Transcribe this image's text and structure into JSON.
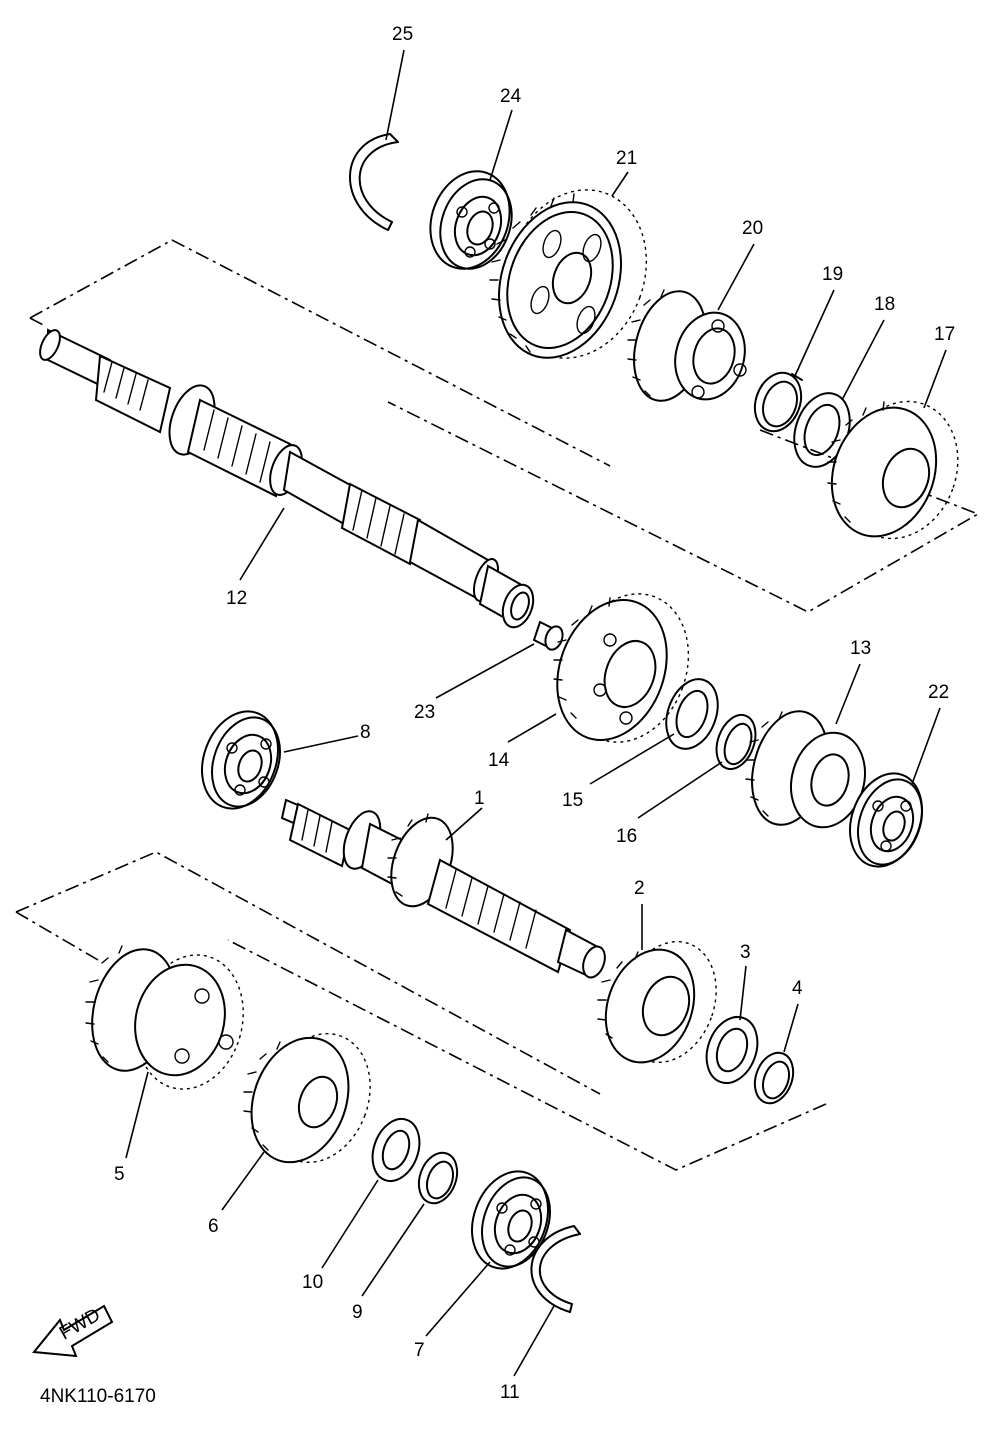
{
  "diagram": {
    "part_code": "4NK110-6170",
    "fwd_label": "FWD",
    "callouts": [
      {
        "id": "1",
        "text": "1"
      },
      {
        "id": "2",
        "text": "2"
      },
      {
        "id": "3",
        "text": "3"
      },
      {
        "id": "4",
        "text": "4"
      },
      {
        "id": "5",
        "text": "5"
      },
      {
        "id": "6",
        "text": "6"
      },
      {
        "id": "7",
        "text": "7"
      },
      {
        "id": "8",
        "text": "8"
      },
      {
        "id": "9",
        "text": "9"
      },
      {
        "id": "10",
        "text": "10"
      },
      {
        "id": "11",
        "text": "11"
      },
      {
        "id": "12",
        "text": "12"
      },
      {
        "id": "13",
        "text": "13"
      },
      {
        "id": "14",
        "text": "14"
      },
      {
        "id": "15",
        "text": "15"
      },
      {
        "id": "16",
        "text": "16"
      },
      {
        "id": "17",
        "text": "17"
      },
      {
        "id": "18",
        "text": "18"
      },
      {
        "id": "19",
        "text": "19"
      },
      {
        "id": "20",
        "text": "20"
      },
      {
        "id": "21",
        "text": "21"
      },
      {
        "id": "22",
        "text": "22"
      },
      {
        "id": "23",
        "text": "23"
      },
      {
        "id": "24",
        "text": "24"
      },
      {
        "id": "25",
        "text": "25"
      }
    ]
  }
}
